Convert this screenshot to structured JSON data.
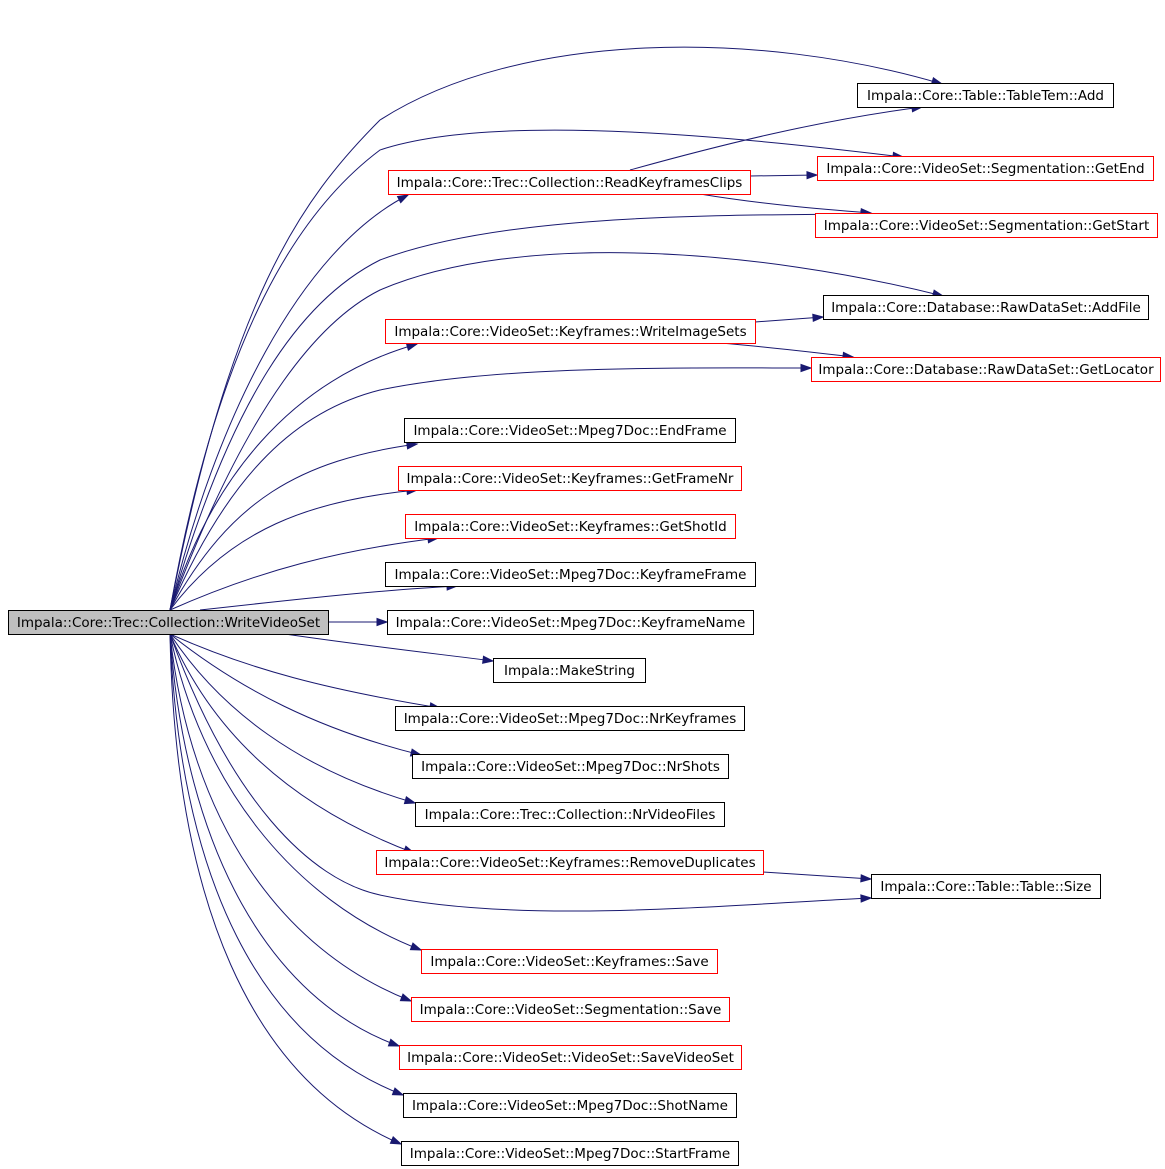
{
  "colors": {
    "edge": "#191970",
    "root_fill": "#bfbfbf",
    "border_normal": "#000000",
    "border_truncated": "#ff0000"
  },
  "root": {
    "label": "Impala::Core::Trec::Collection::WriteVideoSet"
  },
  "nodes": [
    {
      "id": "tabletem-add",
      "label": "Impala::Core::Table::TableTem::Add",
      "truncated": false
    },
    {
      "id": "readkeyframesclips",
      "label": "Impala::Core::Trec::Collection::ReadKeyframesClips",
      "truncated": true
    },
    {
      "id": "seg-getend",
      "label": "Impala::Core::VideoSet::Segmentation::GetEnd",
      "truncated": true
    },
    {
      "id": "seg-getstart",
      "label": "Impala::Core::VideoSet::Segmentation::GetStart",
      "truncated": true
    },
    {
      "id": "rawdataset-addfile",
      "label": "Impala::Core::Database::RawDataSet::AddFile",
      "truncated": false
    },
    {
      "id": "writeimagesets",
      "label": "Impala::Core::VideoSet::Keyframes::WriteImageSets",
      "truncated": true
    },
    {
      "id": "rawdataset-getlocator",
      "label": "Impala::Core::Database::RawDataSet::GetLocator",
      "truncated": true
    },
    {
      "id": "mpeg7-endframe",
      "label": "Impala::Core::VideoSet::Mpeg7Doc::EndFrame",
      "truncated": false
    },
    {
      "id": "kf-getframenr",
      "label": "Impala::Core::VideoSet::Keyframes::GetFrameNr",
      "truncated": true
    },
    {
      "id": "kf-getshotid",
      "label": "Impala::Core::VideoSet::Keyframes::GetShotId",
      "truncated": true
    },
    {
      "id": "mpeg7-keyframeframe",
      "label": "Impala::Core::VideoSet::Mpeg7Doc::KeyframeFrame",
      "truncated": false
    },
    {
      "id": "mpeg7-keyframename",
      "label": "Impala::Core::VideoSet::Mpeg7Doc::KeyframeName",
      "truncated": false
    },
    {
      "id": "makestring",
      "label": "Impala::MakeString",
      "truncated": false
    },
    {
      "id": "mpeg7-nrkeyframes",
      "label": "Impala::Core::VideoSet::Mpeg7Doc::NrKeyframes",
      "truncated": false
    },
    {
      "id": "mpeg7-nrshots",
      "label": "Impala::Core::VideoSet::Mpeg7Doc::NrShots",
      "truncated": false
    },
    {
      "id": "nrvideofiles",
      "label": "Impala::Core::Trec::Collection::NrVideoFiles",
      "truncated": false
    },
    {
      "id": "kf-removeduplicates",
      "label": "Impala::Core::VideoSet::Keyframes::RemoveDuplicates",
      "truncated": true
    },
    {
      "id": "table-size",
      "label": "Impala::Core::Table::Table::Size",
      "truncated": false
    },
    {
      "id": "kf-save",
      "label": "Impala::Core::VideoSet::Keyframes::Save",
      "truncated": true
    },
    {
      "id": "seg-save",
      "label": "Impala::Core::VideoSet::Segmentation::Save",
      "truncated": true
    },
    {
      "id": "savevideoset",
      "label": "Impala::Core::VideoSet::VideoSet::SaveVideoSet",
      "truncated": true
    },
    {
      "id": "mpeg7-shotname",
      "label": "Impala::Core::VideoSet::Mpeg7Doc::ShotName",
      "truncated": false
    },
    {
      "id": "mpeg7-startframe",
      "label": "Impala::Core::VideoSet::Mpeg7Doc::StartFrame",
      "truncated": false
    }
  ],
  "edges": [
    {
      "from": "root",
      "to": "tabletem-add"
    },
    {
      "from": "root",
      "to": "readkeyframesclips"
    },
    {
      "from": "root",
      "to": "seg-getend"
    },
    {
      "from": "root",
      "to": "seg-getstart"
    },
    {
      "from": "root",
      "to": "rawdataset-addfile"
    },
    {
      "from": "root",
      "to": "writeimagesets"
    },
    {
      "from": "root",
      "to": "rawdataset-getlocator"
    },
    {
      "from": "root",
      "to": "mpeg7-endframe"
    },
    {
      "from": "root",
      "to": "kf-getframenr"
    },
    {
      "from": "root",
      "to": "kf-getshotid"
    },
    {
      "from": "root",
      "to": "mpeg7-keyframeframe"
    },
    {
      "from": "root",
      "to": "mpeg7-keyframename"
    },
    {
      "from": "root",
      "to": "makestring"
    },
    {
      "from": "root",
      "to": "mpeg7-nrkeyframes"
    },
    {
      "from": "root",
      "to": "mpeg7-nrshots"
    },
    {
      "from": "root",
      "to": "nrvideofiles"
    },
    {
      "from": "root",
      "to": "kf-removeduplicates"
    },
    {
      "from": "root",
      "to": "table-size"
    },
    {
      "from": "root",
      "to": "kf-save"
    },
    {
      "from": "root",
      "to": "seg-save"
    },
    {
      "from": "root",
      "to": "savevideoset"
    },
    {
      "from": "root",
      "to": "mpeg7-shotname"
    },
    {
      "from": "root",
      "to": "mpeg7-startframe"
    },
    {
      "from": "readkeyframesclips",
      "to": "tabletem-add"
    },
    {
      "from": "readkeyframesclips",
      "to": "seg-getend"
    },
    {
      "from": "readkeyframesclips",
      "to": "seg-getstart"
    },
    {
      "from": "writeimagesets",
      "to": "rawdataset-addfile"
    },
    {
      "from": "writeimagesets",
      "to": "rawdataset-getlocator"
    },
    {
      "from": "kf-removeduplicates",
      "to": "table-size"
    }
  ]
}
